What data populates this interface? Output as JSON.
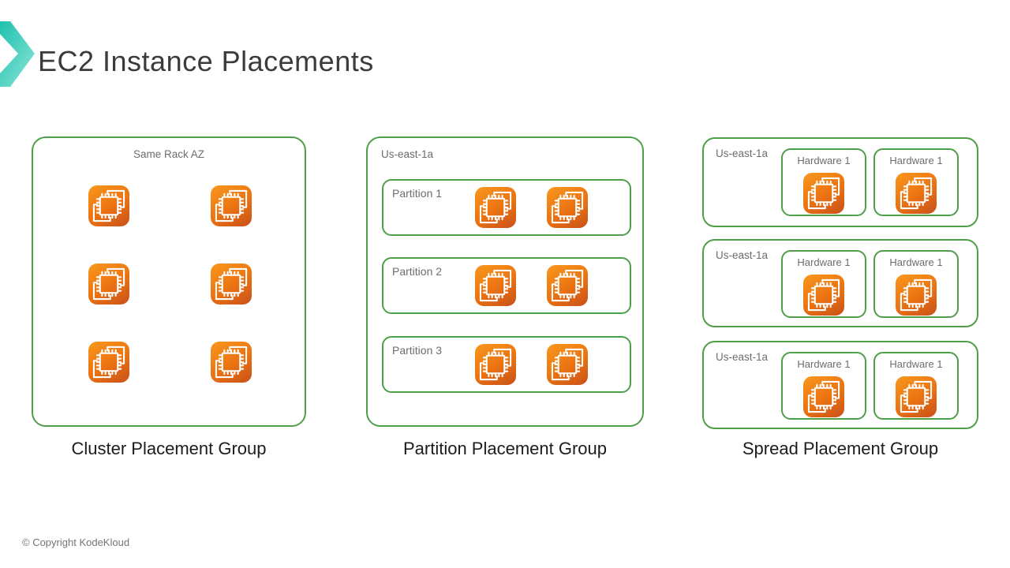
{
  "header": {
    "title": "EC2 Instance Placements"
  },
  "footer": {
    "copyright": "© Copyright KodeKloud"
  },
  "colors": {
    "outline_green": "#4f9e48",
    "icon_orange_start": "#f8981d",
    "icon_orange_end": "#c8511b",
    "accent_teal": "#2ec4b6",
    "label_gray": "#6d6d6d",
    "title_gray": "#3b3b3b"
  },
  "cluster": {
    "zone_label": "Same Rack AZ",
    "caption": "Cluster Placement Group",
    "instance_count": 6
  },
  "partition": {
    "region_label": "Us-east-1a",
    "caption": "Partition Placement Group",
    "partitions": [
      {
        "label": "Partition 1",
        "instance_count": 2
      },
      {
        "label": "Partition 2",
        "instance_count": 2
      },
      {
        "label": "Partition 3",
        "instance_count": 2
      }
    ]
  },
  "spread": {
    "caption": "Spread Placement Group",
    "rows": [
      {
        "region_label": "Us-east-1a",
        "hardware": [
          {
            "label": "Hardware 1",
            "instance_count": 1
          },
          {
            "label": "Hardware 1",
            "instance_count": 1
          }
        ]
      },
      {
        "region_label": "Us-east-1a",
        "hardware": [
          {
            "label": "Hardware 1",
            "instance_count": 1
          },
          {
            "label": "Hardware 1",
            "instance_count": 1
          }
        ]
      },
      {
        "region_label": "Us-east-1a",
        "hardware": [
          {
            "label": "Hardware 1",
            "instance_count": 1
          },
          {
            "label": "Hardware 1",
            "instance_count": 1
          }
        ]
      }
    ]
  }
}
